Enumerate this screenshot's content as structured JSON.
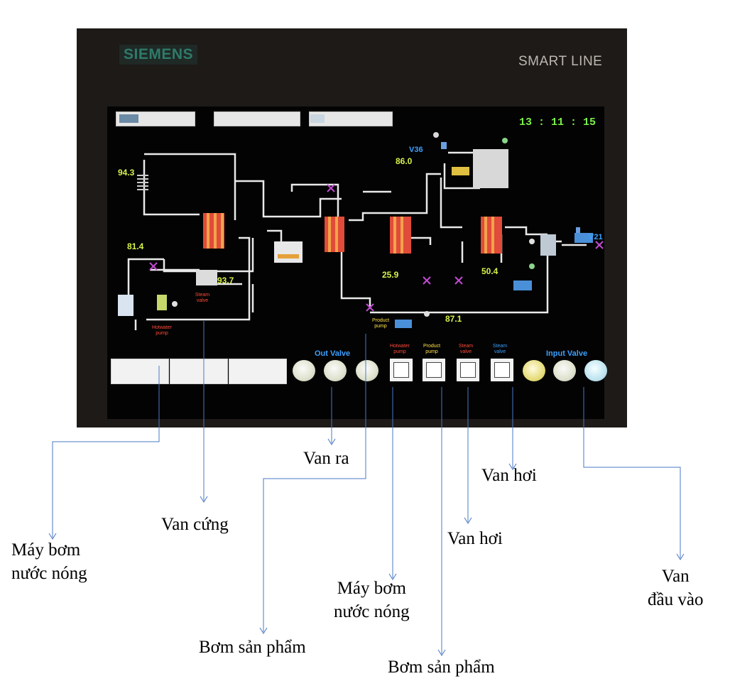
{
  "device": {
    "brand": "SIEMENS",
    "model_label": "SMART LINE"
  },
  "hmi": {
    "clock": "13 : 11 : 15",
    "readings": {
      "r1": "94.3",
      "r2": "81.4",
      "r3": "93.7",
      "r4": "86.0",
      "r5": "25.9",
      "r6": "50.4",
      "r7": "87.1"
    },
    "tags": {
      "v36": "V36",
      "v21": "V21"
    },
    "small_labels": {
      "hotwater_pump": "Hotwater\npump",
      "steam_valve": "Steam\nvalve",
      "product_pump": "Product\npump"
    },
    "sections": {
      "out_valve": "Out Valve",
      "input_valve": "Input Valve"
    },
    "buttons": {
      "hotwater_pump": "Hotwater\npump",
      "product_pump": "Product\npump",
      "steam_valve_1": "Steam\nvalve",
      "steam_valve_2": "Steam\nvalve"
    }
  },
  "annotations": {
    "may_bom_1": "Máy bơm\nnước nóng",
    "van_cung": "Van cứng",
    "van_ra": "Van ra",
    "bom_san_pham_1": "Bơm sản phẩm",
    "may_bom_2": "Máy bơm\nnước nóng",
    "bom_san_pham_2": "Bơm sản phẩm",
    "van_hoi_1": "Van hơi",
    "van_hoi_2": "Van hơi",
    "van_dau_vao": "Van\nđầu vào"
  },
  "colors": {
    "accent_value": "#d7f24a",
    "tag_blue": "#3ba0ff",
    "clock_green": "#7cf04a",
    "annot_line": "#4a78c4"
  }
}
